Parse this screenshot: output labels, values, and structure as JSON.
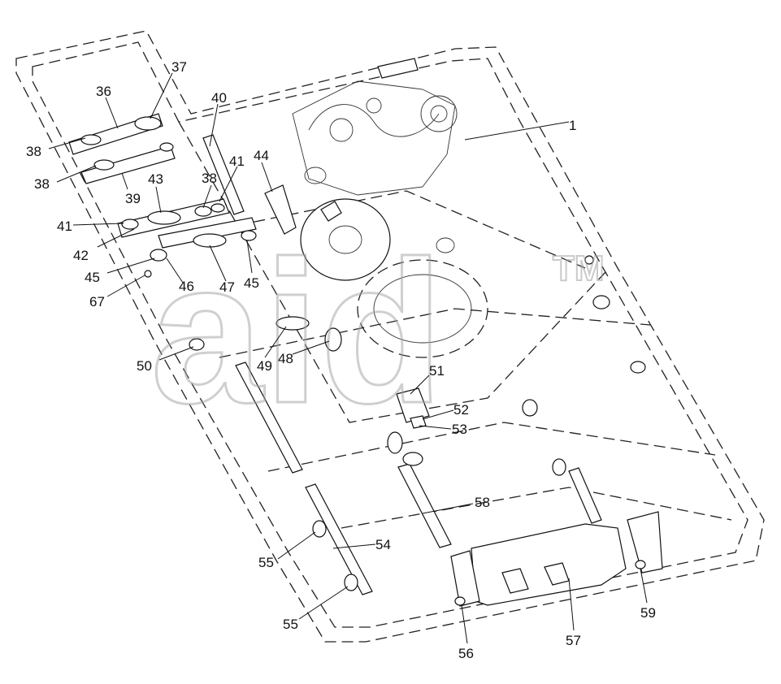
{
  "diagram": {
    "callouts": [
      {
        "id": "1",
        "text": "1"
      },
      {
        "id": "36",
        "text": "36"
      },
      {
        "id": "37",
        "text": "37"
      },
      {
        "id": "38a",
        "text": "38"
      },
      {
        "id": "38b",
        "text": "38"
      },
      {
        "id": "38c",
        "text": "38"
      },
      {
        "id": "39",
        "text": "39"
      },
      {
        "id": "40",
        "text": "40"
      },
      {
        "id": "41a",
        "text": "41"
      },
      {
        "id": "41b",
        "text": "41"
      },
      {
        "id": "42",
        "text": "42"
      },
      {
        "id": "43",
        "text": "43"
      },
      {
        "id": "44",
        "text": "44"
      },
      {
        "id": "45a",
        "text": "45"
      },
      {
        "id": "45b",
        "text": "45"
      },
      {
        "id": "46",
        "text": "46"
      },
      {
        "id": "47",
        "text": "47"
      },
      {
        "id": "48",
        "text": "48"
      },
      {
        "id": "49",
        "text": "49"
      },
      {
        "id": "50",
        "text": "50"
      },
      {
        "id": "51",
        "text": "51"
      },
      {
        "id": "52",
        "text": "52"
      },
      {
        "id": "53",
        "text": "53"
      },
      {
        "id": "54",
        "text": "54"
      },
      {
        "id": "55a",
        "text": "55"
      },
      {
        "id": "55b",
        "text": "55"
      },
      {
        "id": "56",
        "text": "56"
      },
      {
        "id": "57",
        "text": "57"
      },
      {
        "id": "58",
        "text": "58"
      },
      {
        "id": "59",
        "text": "59"
      },
      {
        "id": "67",
        "text": "67"
      }
    ],
    "watermark": {
      "text": "aid",
      "trademark": "TM"
    }
  }
}
